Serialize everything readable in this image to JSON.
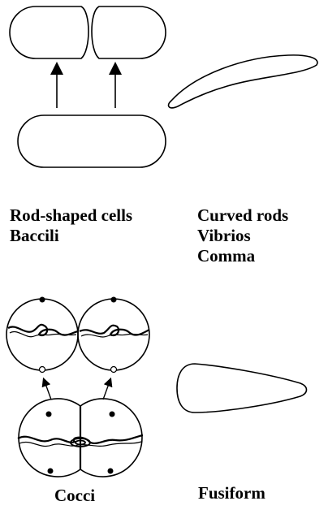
{
  "labels": {
    "rods": [
      "Rod-shaped cells",
      "Baccili"
    ],
    "curved": [
      "Curved rods",
      "Vibrios",
      "Comma"
    ],
    "cocci": "Cocci",
    "fusiform": "Fusiform"
  }
}
